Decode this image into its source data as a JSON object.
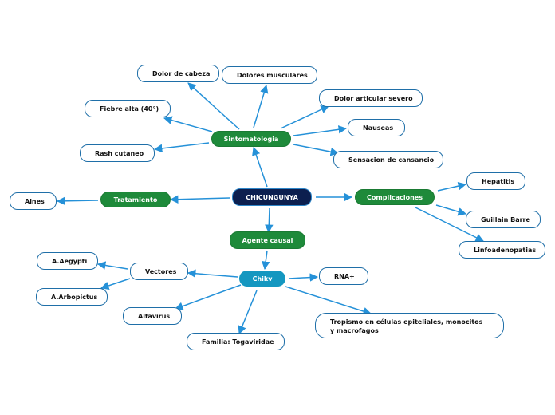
{
  "colors": {
    "link": "#2591d8",
    "root": "#0c1f4f",
    "branch": "#1e8a3a",
    "chikv": "#1497c0",
    "leaf_border": "#1f6fa8"
  },
  "nodes": {
    "root": "CHICUNGUNYA",
    "sintomatologia": "Sintomatologia",
    "dolor_cabeza": "Dolor de cabeza",
    "dolores_musculares": "Dolores musculares",
    "dolor_articular": "Dolor articular severo",
    "nauseas": "Nauseas",
    "cansancio": "Sensacion de cansancio",
    "fiebre": "Fiebre alta (40°)",
    "rash": "Rash cutaneo",
    "tratamiento": "Tratamiento",
    "aines": "Aines",
    "complicaciones": "Complicaciones",
    "hepatitis": "Hepatitis",
    "guillain": "Guillain Barre",
    "linfoadenopatias": "Linfoadenopatias",
    "agente": "Agente causal",
    "chikv": "Chikv",
    "vectores": "Vectores",
    "aegypti": "A.Aegypti",
    "arbopictus": "A.Arbopictus",
    "alfavirus": "Alfavirus",
    "familia": "Familia: Togaviridae",
    "rna": "RNA+",
    "tropismo": "Tropismo en células epiteliales, monocitos y macrofagos"
  }
}
